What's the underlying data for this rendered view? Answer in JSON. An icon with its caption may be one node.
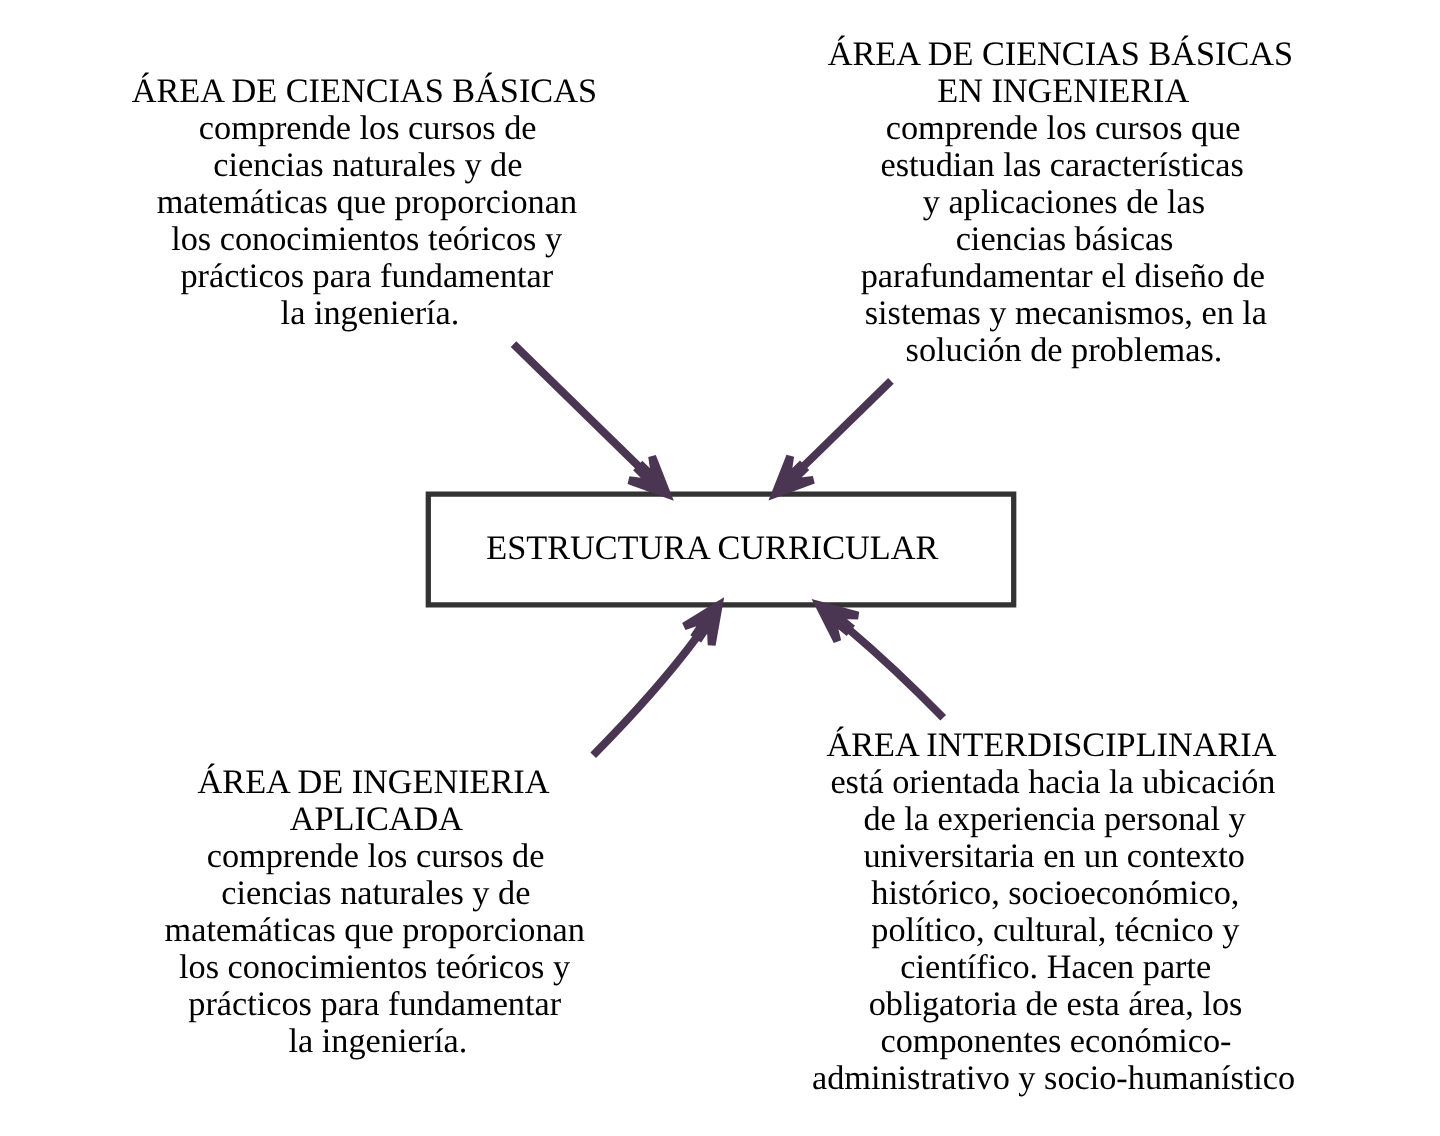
{
  "diagram": {
    "nodes": [
      {
        "text": [
          "ÁREA DE CIENCIAS BÁSICAS",
          "comprende los cursos de ciencias naturales y de matemáticas que proporcionan los conocimientos teóricos y prácticos para fundamentar la ingeniería."
        ]
      },
      {
        "text": [
          "ÁREA DE CIENCIAS BÁSICAS EN INGENIERIA",
          "comprende los cursos que estudian las características y aplicaciones de las ciencias básicas parafundamentar el diseño de sistemas y mecanismos, en la solución de problemas."
        ]
      },
      {
        "text": [
          "ESTRUCTURA CURRICULAR"
        ]
      },
      {
        "text": [
          "ÁREA DE INGENIERIA APLICADA",
          "comprende los cursos de ciencias naturales y de matemáticas que proporcionan los conocimientos teóricos y prácticos para fundamentar la ingeniería."
        ]
      },
      {
        "text": [
          "ÁREA INTERDISCIPLINARIA",
          "está orientada hacia la ubicación de la experiencia personal y universitaria en un contexto histórico, socioeconómico, político, cultural, técnico y científico. Hacen parte obligatoria de esta área, los componentes económico-administrativo y socio-humanístico"
        ]
      }
    ],
    "edges": [
      {
        "from": 0,
        "to": 2,
        "arrow": "to"
      },
      {
        "from": 1,
        "to": 2,
        "arrow": "to"
      },
      {
        "from": 3,
        "to": 2,
        "arrow": "to"
      },
      {
        "from": 4,
        "to": 2,
        "arrow": "to"
      }
    ]
  }
}
